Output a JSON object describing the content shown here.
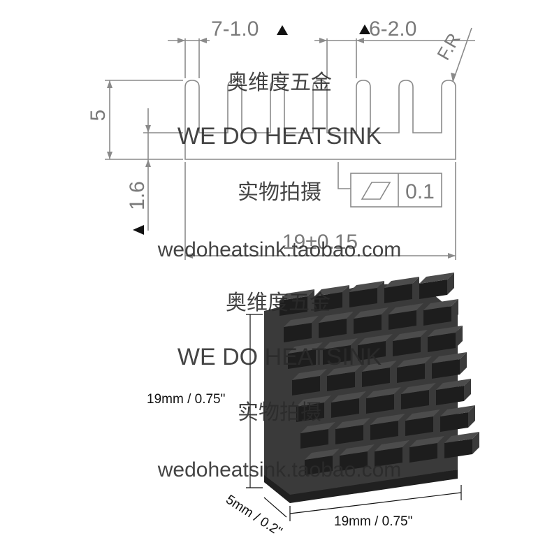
{
  "drawing": {
    "dim_pitch": "7-1.0",
    "dim_slot": "6-2.0",
    "dim_radius": "F.R",
    "dim_height": "5",
    "dim_base": "1.6",
    "dim_width": "19±0.15",
    "flatness_value": "0.1"
  },
  "photo": {
    "label_height": "19mm / 0.75\"",
    "label_depth": "5mm / 0.2\"",
    "label_width": "19mm / 0.75\""
  },
  "watermark": {
    "cn_shop": "奥维度五金",
    "en_brand": "WE DO HEATSINK",
    "cn_real": "实物拍摄",
    "url": "wedoheatsink.taobao.com"
  },
  "colors": {
    "drawing_line": "#8a8a8a",
    "heatsink_body": "#3a3a3a",
    "heatsink_top": "#4c4c4c",
    "watermark": "#2b2b2b"
  }
}
